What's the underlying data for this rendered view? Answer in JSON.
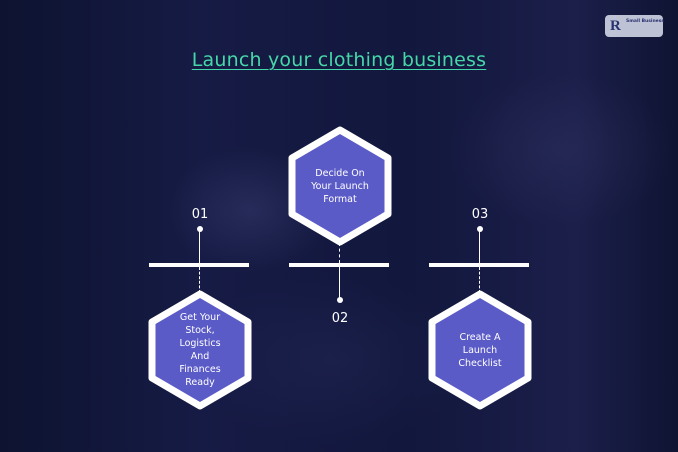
{
  "title": "Launch your clothing business",
  "logo": {
    "mark": "R",
    "brand": "Small Business"
  },
  "steps": [
    {
      "number": "01",
      "label": "Get Your Stock, Logistics And Finances Ready"
    },
    {
      "number": "02",
      "label": "Decide On Your Launch Format"
    },
    {
      "number": "03",
      "label": "Create A Launch Checklist"
    }
  ],
  "colors": {
    "accent": "#46d7a8",
    "hex_fill": "#5b5bc8",
    "hex_border": "#ffffff",
    "background": "#141a42"
  }
}
